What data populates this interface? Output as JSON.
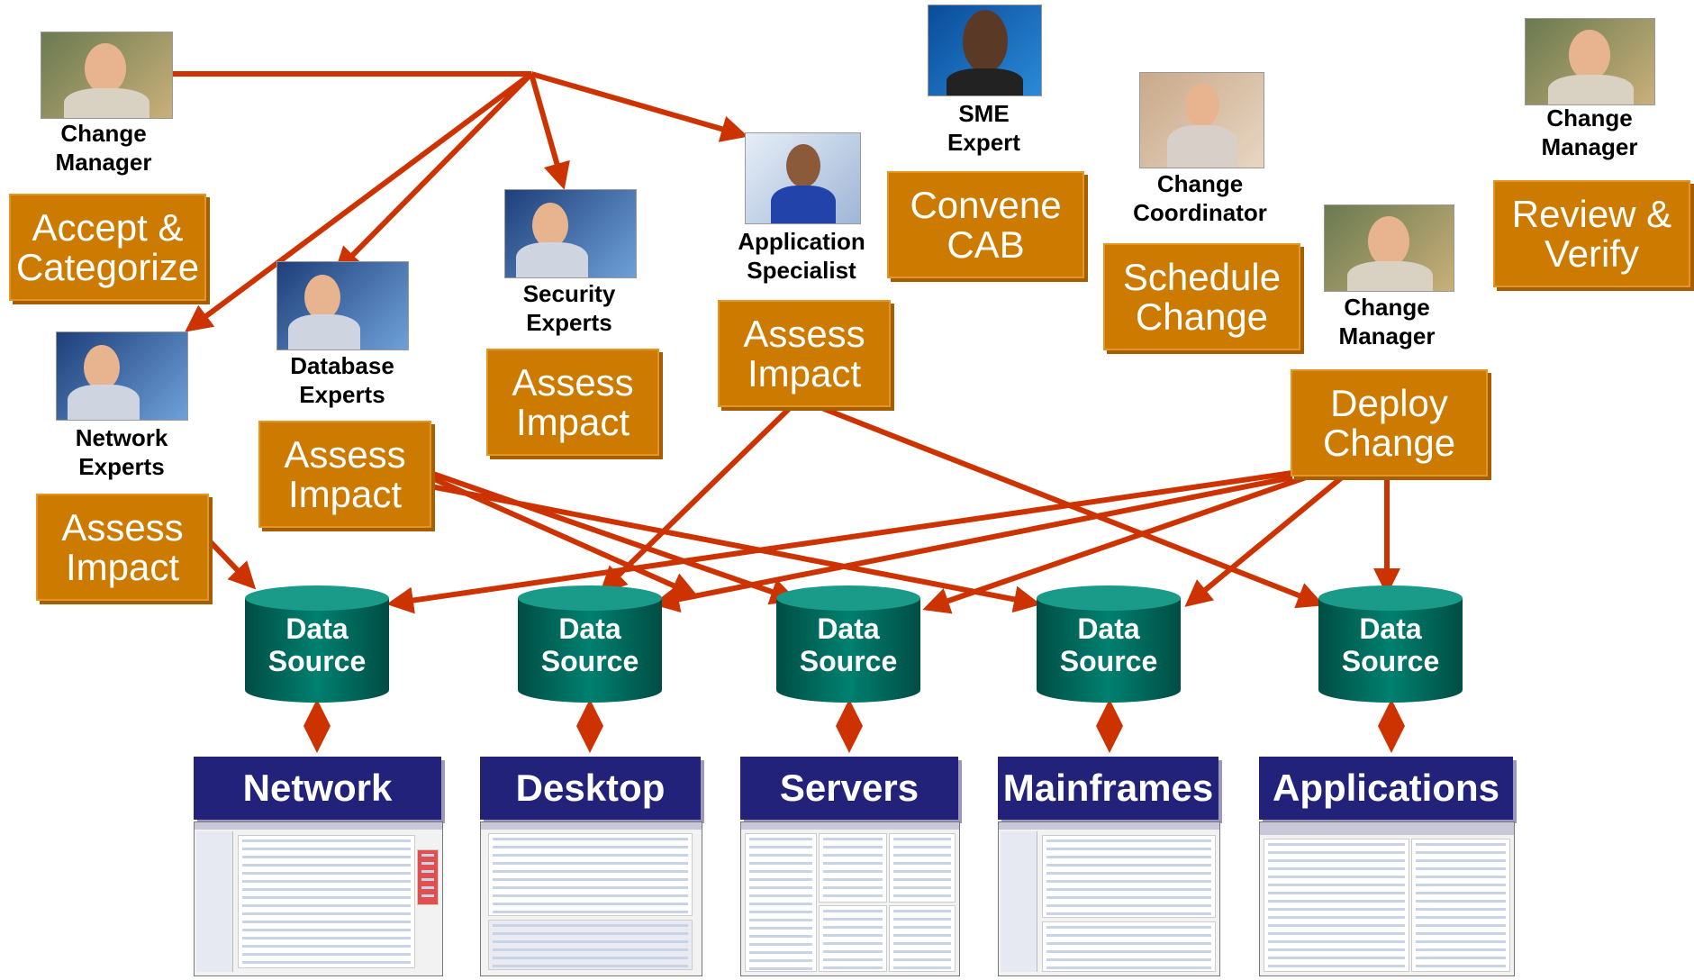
{
  "people": [
    {
      "id": "change-manager-1",
      "role": "Change Manager",
      "line1": "Change",
      "line2": "Manager"
    },
    {
      "id": "network-experts",
      "role": "Network Experts",
      "line1": "Network",
      "line2": "Experts"
    },
    {
      "id": "database-experts",
      "role": "Database Experts",
      "line1": "Database",
      "line2": "Experts"
    },
    {
      "id": "security-experts",
      "role": "Security Experts",
      "line1": "Security",
      "line2": "Experts"
    },
    {
      "id": "application-specialist",
      "role": "Application Specialist",
      "line1": "Application",
      "line2": "Specialist"
    },
    {
      "id": "sme-expert",
      "role": "SME Expert",
      "line1": "SME",
      "line2": "Expert"
    },
    {
      "id": "change-coordinator",
      "role": "Change Coordinator",
      "line1": "Change",
      "line2": "Coordinator"
    },
    {
      "id": "change-manager-2",
      "role": "Change Manager",
      "line1": "Change",
      "line2": "Manager"
    },
    {
      "id": "change-manager-3",
      "role": "Change Manager",
      "line1": "Change",
      "line2": "Manager"
    }
  ],
  "tasks": [
    {
      "id": "accept-categorize",
      "line1": "Accept &",
      "line2": "Categorize"
    },
    {
      "id": "assess-impact-network",
      "line1": "Assess",
      "line2": "Impact"
    },
    {
      "id": "assess-impact-database",
      "line1": "Assess",
      "line2": "Impact"
    },
    {
      "id": "assess-impact-security",
      "line1": "Assess",
      "line2": "Impact"
    },
    {
      "id": "assess-impact-application",
      "line1": "Assess",
      "line2": "Impact"
    },
    {
      "id": "convene-cab",
      "line1": "Convene",
      "line2": "CAB"
    },
    {
      "id": "schedule-change",
      "line1": "Schedule",
      "line2": "Change"
    },
    {
      "id": "deploy-change",
      "line1": "Deploy",
      "line2": "Change"
    },
    {
      "id": "review-verify",
      "line1": "Review &",
      "line2": "Verify"
    }
  ],
  "data_sources": [
    {
      "line1": "Data",
      "line2": "Source"
    },
    {
      "line1": "Data",
      "line2": "Source"
    },
    {
      "line1": "Data",
      "line2": "Source"
    },
    {
      "line1": "Data",
      "line2": "Source"
    },
    {
      "line1": "Data",
      "line2": "Source"
    }
  ],
  "systems": [
    {
      "label": "Network"
    },
    {
      "label": "Desktop"
    },
    {
      "label": "Servers"
    },
    {
      "label": "Mainframes"
    },
    {
      "label": "Applications"
    }
  ],
  "colors": {
    "task_orange": "#cc7a00",
    "arrow_red": "#cc3300",
    "cylinder_teal": "#006b5e",
    "system_navy": "#22227a"
  }
}
